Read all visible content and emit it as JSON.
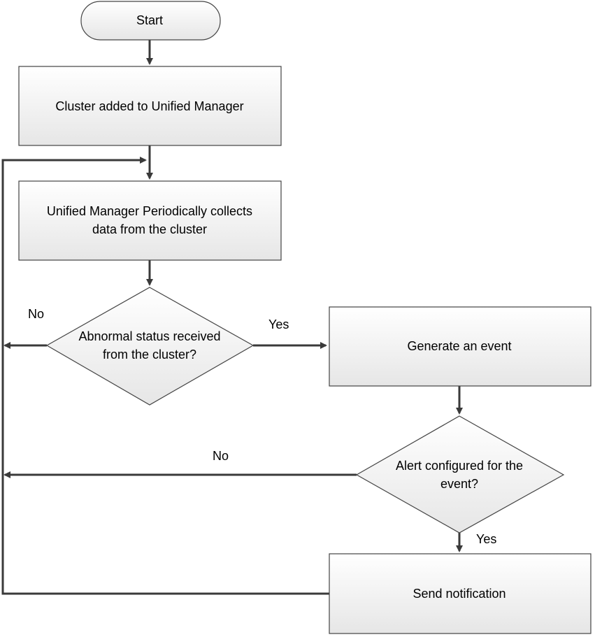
{
  "nodes": {
    "start": {
      "label": "Start"
    },
    "cluster_added": {
      "label": "Cluster added to Unified Manager"
    },
    "collects": {
      "line1": "Unified Manager Periodically collects",
      "line2": "data from the cluster"
    },
    "abnormal": {
      "line1": "Abnormal status received",
      "line2": "from the cluster?"
    },
    "generate": {
      "label": "Generate an event"
    },
    "alert": {
      "line1": "Alert configured for the",
      "line2": "event?"
    },
    "notify": {
      "label": "Send notification"
    }
  },
  "edges": {
    "abnormal_no": "No",
    "abnormal_yes": "Yes",
    "alert_no": "No",
    "alert_yes": "Yes"
  }
}
